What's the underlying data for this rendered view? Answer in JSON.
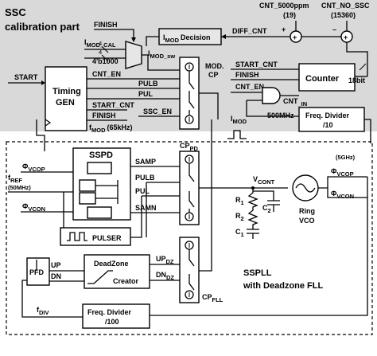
{
  "top_section": {
    "title_line1": "SSC",
    "title_line2": "calibration part",
    "finish_label": "FINISH",
    "imod_cal_label": "I",
    "imod_cal_sub": "MOD_CAL",
    "value_4b1000": "4'b1000",
    "imod_sw_label": "I",
    "imod_sw_sub": "MOD_sw",
    "imod_decision": "I",
    "imod_decision_sub": "MOD",
    "imod_decision_text": "Decision",
    "diff_cnt": "DIFF_CNT",
    "cnt_5000ppm": "CNT_5000ppm",
    "cnt_5000ppm_value": "(19)",
    "cnt_no_ssc": "CNT_NO_SSC",
    "cnt_no_ssc_value": "(15360)",
    "start_label": "START",
    "timing_gen_line1": "Timing",
    "timing_gen_line2": "GEN",
    "cnt_en": "CNT_EN",
    "pulb": "PULB",
    "pul": "PUL",
    "start_cnt": "START_CNT",
    "finish2": "FINISH",
    "fmod_label": "f",
    "fmod_sub": "MOD",
    "fmod_value": "(65kHz)",
    "ssc_en": "SSC_EN",
    "mod_cp_line1": "MOD.",
    "mod_cp_line2": "CP",
    "start_cnt2": "START_CNT",
    "finish3": "FINISH",
    "counter": "Counter",
    "bits18": "18bit",
    "cnt_en2": "CNT_EN",
    "cnt_in": "CNT",
    "cnt_in_sub": "_IN",
    "mhz500": "500MHz",
    "freq_div10_line1": "Freq. Divider",
    "freq_div10_line2": "/10",
    "imod_label": "I",
    "imod_sub": "MOD"
  },
  "bottom_section": {
    "phi_vcop": "Φ",
    "phi_vcop_sub": "VCOP",
    "phi_vcon": "Φ",
    "phi_vcon_sub": "VCON",
    "sspd": "SSPD",
    "cp_pd_label": "CP",
    "cp_pd_sub": "PD",
    "samp": "SAMP",
    "pulb": "PULB",
    "pul": "PUL",
    "samn": "SAMN",
    "fref_label": "f",
    "fref_sub": "REF",
    "fref_value": "(50MHz)",
    "pulser": "PULSER",
    "pfd": "PFD",
    "up": "UP",
    "dn": "DN",
    "deadzone_line1": "DeadZone",
    "deadzone_line2": "Creator",
    "up_dz": "UP",
    "up_dz_sub": "DZ",
    "dn_dz": "DN",
    "dn_dz_sub": "DZ",
    "cp_fll_label": "CP",
    "cp_fll_sub": "FLL",
    "vcont": "V",
    "vcont_sub": "CONT",
    "r1": "R",
    "r1_sub": "1",
    "r2": "R",
    "r2_sub": "2",
    "c1": "C",
    "c1_sub": "1",
    "c2": "C",
    "c2_sub": "2",
    "ring_vco_line1": "Ring",
    "ring_vco_line2": "VCO",
    "ghz5": "(5GHz)",
    "phi_vcop2": "Φ",
    "phi_vcop2_sub": "VCOP",
    "phi_vcon2": "Φ",
    "phi_vcon2_sub": "VCON",
    "sspll_line1": "SSPLL",
    "sspll_line2": "with Deadzone FLL",
    "fdiv": "f",
    "fdiv_sub": "DIV",
    "freq_div100_line1": "Freq. Divider",
    "freq_div100_line2": "/100"
  }
}
